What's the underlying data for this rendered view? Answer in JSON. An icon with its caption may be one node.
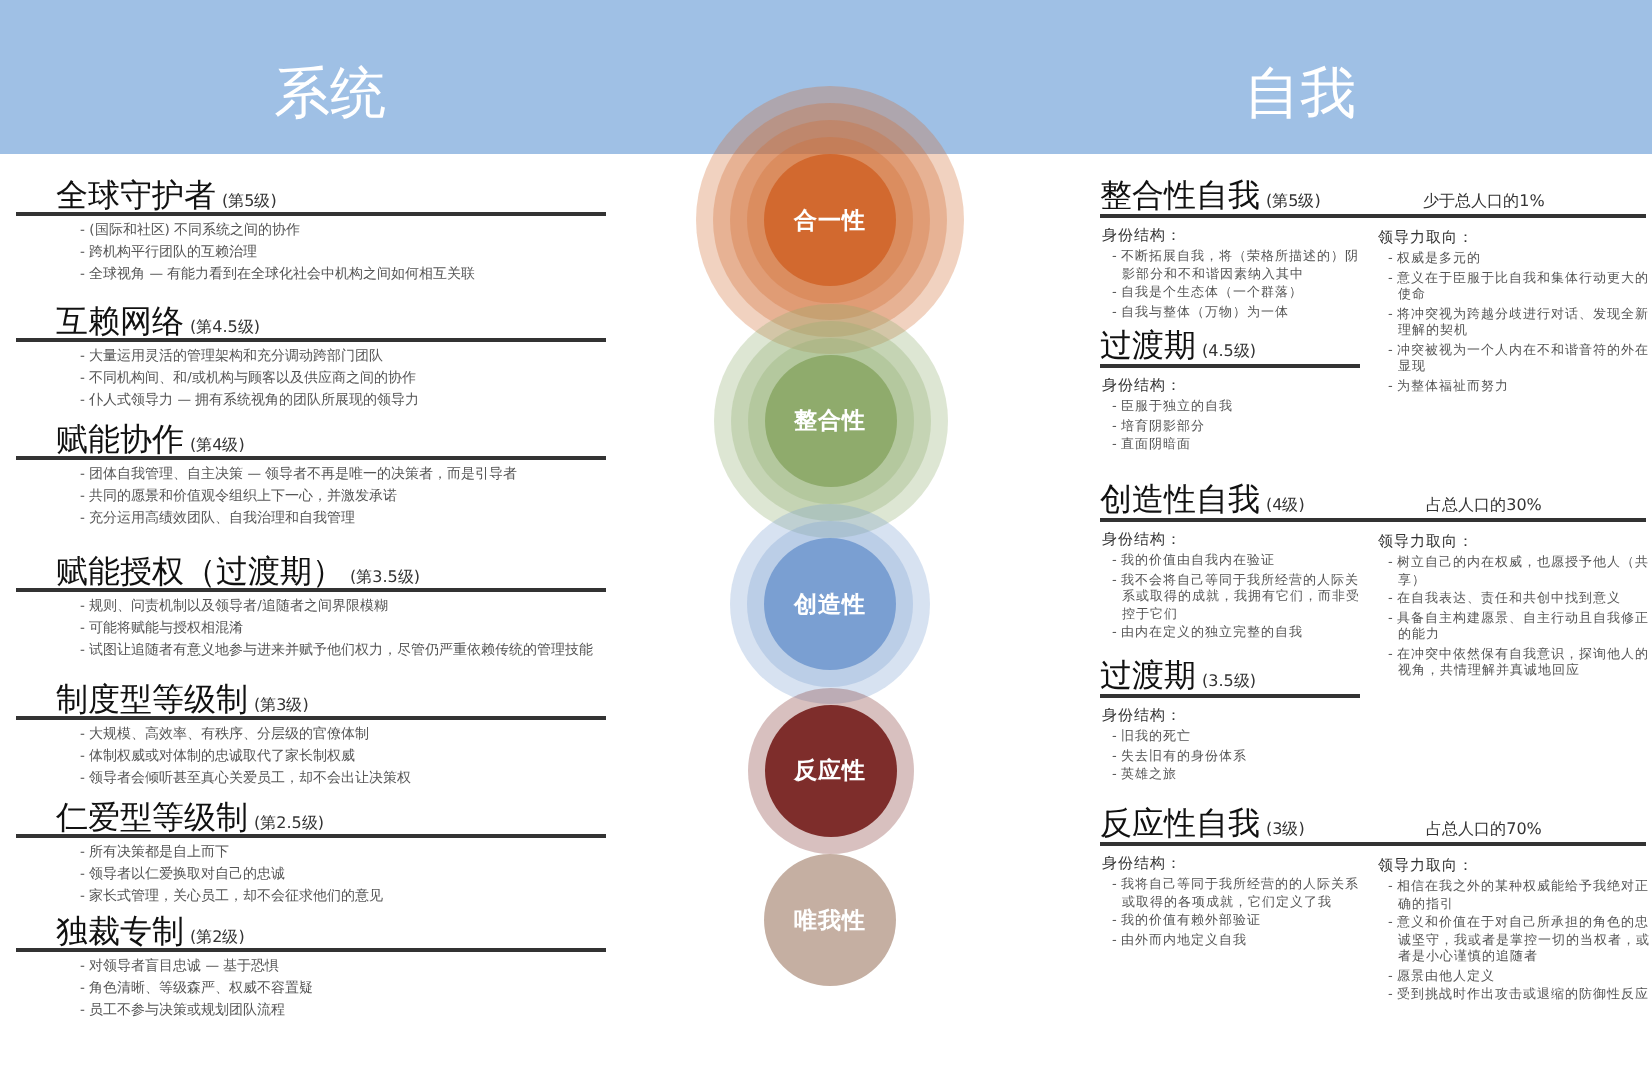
{
  "diagram": {
    "nodes": [
      {
        "text": [
          "系统",
          "自我"
        ]
      },
      {
        "text": [
          "合一性"
        ]
      },
      {
        "text": [
          "整合性"
        ]
      },
      {
        "text": [
          "创造性"
        ]
      },
      {
        "text": [
          "反应性"
        ]
      },
      {
        "text": [
          "唯我性"
        ]
      }
    ],
    "labels": [
      "全球守护者",
      "(第5级)",
      "- (国际和社区) 不同系统之间的协作",
      "- 跨机构平行团队的互赖治理",
      "- 全球视角 — 有能力看到在全球化社会中机构之间如何相互关联",
      "互赖网络",
      "(第4.5级)",
      "- 大量运用灵活的管理架构和充分调动跨部门团队",
      "- 不同机构间、和/或机构与顾客以及供应商之间的协作",
      "- 仆人式领导力 — 拥有系统视角的团队所展现的领导力",
      "赋能协作",
      "(第4级)",
      "- 团体自我管理、自主决策 — 领导者不再是唯一的决策者，而是引导者",
      "- 共同的愿景和价值观令组织上下一心，并激发承诺",
      "- 充分运用高绩效团队、自我治理和自我管理",
      "赋能授权（过渡期）",
      "(第3.5级)",
      "- 规则、问责机制以及领导者/追随者之间界限模糊",
      "- 可能将赋能与授权相混淆",
      "- 试图让追随者有意义地参与进来并赋予他们权力，尽管仍严重依赖传统的管理技能",
      "制度型等级制",
      "(第3级)",
      "- 大规模、高效率、有秩序、分层级的官僚体制",
      "- 体制权威或对体制的忠诚取代了家长制权威",
      "- 领导者会倾听甚至真心关爱员工，却不会出让决策权",
      "仁爱型等级制",
      "(第2.5级)",
      "- 所有决策都是自上而下",
      "- 领导者以仁爱换取对自己的忠诚",
      "- 家长式管理，关心员工，却不会征求他们的意见",
      "独裁专制",
      "(第2级)",
      "- 对领导者盲目忠诚 — 基于恐惧",
      "- 角色清晰、等级森严、权威不容置疑",
      "- 员工不参与决策或规划团队流程",
      "整合性自我",
      "(第5级)",
      "少于总人口的1%",
      "身份结构：",
      "- 不断拓展自我，将（荣格所描述的）阴影部分和不和谐因素纳入其中",
      "- 自我是个生态体（一个群落）",
      "- 自我与整体（万物）为一体",
      "领导力取向：",
      "- 权威是多元的",
      "- 意义在于臣服于比自我和集体行动更大的使命",
      "- 将冲突视为跨越分歧进行对话、发现全新理解的契机",
      "- 冲突被视为一个人内在不和谐音符的外在显现",
      "- 为整体福祉而努力",
      "过渡期",
      "(4.5级)",
      "身份结构：",
      "- 臣服于独立的自我",
      "- 培育阴影部分",
      "- 直面阴暗面",
      "创造性自我",
      "(4级)",
      "占总人口的30%",
      "身份结构：",
      "- 我的价值由自我内在验证",
      "- 我不会将自己等同于我所经营的人际关系或取得的成就，我拥有它们，而非受控于它们",
      "- 由内在定义的独立完整的自我",
      "领导力取向：",
      "- 树立自己的内在权威，也愿授予他人（共享）",
      "- 在自我表达、责任和共创中找到意义",
      "- 具备自主构建愿景、自主行动且自我修正的能力",
      "- 在冲突中依然保有自我意识，探询他人的视角，共情理解并真诚地回应",
      "过渡期",
      "(3.5级)",
      "身份结构：",
      "- 旧我的死亡",
      "- 失去旧有的身份体系",
      "- 英雄之旅",
      "反应性自我",
      "(3级)",
      "占总人口的70%",
      "身份结构：",
      "- 我将自己等同于我所经营的的人际关系或取得的各项成就，它们定义了我",
      "- 我的价值有赖外部验证",
      "- 由外而内地定义自我",
      "领导力取向：",
      "- 相信在我之外的某种权威能给予我绝对正确的指引",
      "- 意义和价值在于对自己所承担的角色的忠诚坚守，我或者是掌控一切的当权者，或者是小心谨慎的追随者",
      "- 愿景由他人定义",
      "- 受到挑战时作出攻击或退缩的防御性反应"
    ]
  }
}
